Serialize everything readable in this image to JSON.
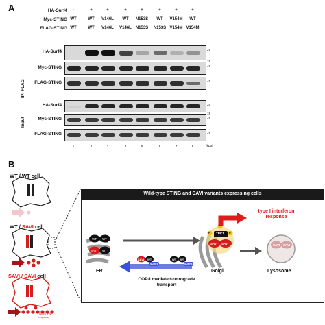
{
  "panel_a": {
    "label": "A",
    "header": {
      "rows": [
        {
          "label": "HA-Surf4",
          "cells": [
            "-",
            "+",
            "+",
            "+",
            "+",
            "+",
            "+",
            "+"
          ]
        },
        {
          "label": "Myc-STING",
          "cells": [
            "WT",
            "WT",
            "V146L",
            "WT",
            "N153S",
            "WT",
            "V154M",
            "WT"
          ]
        },
        {
          "label": "FLAG-STING",
          "cells": [
            "WT",
            "WT",
            "V146L",
            "V146L",
            "N153S",
            "N153S",
            "V154M",
            "V154M"
          ]
        }
      ]
    },
    "ip_label": "IP: FLAG",
    "input_label": "Input",
    "blots": [
      {
        "label": "HA-Surf4",
        "mw": "25",
        "mw2": "15"
      },
      {
        "label": "Myc-STING",
        "mw": "45"
      },
      {
        "label": "FLAG-STING",
        "mw": "45"
      },
      {
        "label": "HA-Surf4",
        "mw": "25",
        "mw2": "15"
      },
      {
        "label": "Myc-STING",
        "mw": "45"
      },
      {
        "label": "FLAG-STING",
        "mw": "45"
      }
    ],
    "lane_numbers": [
      "1",
      "2",
      "3",
      "4",
      "5",
      "6",
      "7",
      "8"
    ],
    "kda": "(kDa)"
  },
  "panel_b": {
    "label": "B",
    "cells": [
      {
        "label": "WT / WT cell",
        "savi": ""
      },
      {
        "label": "WT / SAVI cell",
        "savi": "SAVI"
      },
      {
        "label": "SAVI / SAVI cell",
        "savi": "SAVI"
      }
    ],
    "ifn_note": "Type I IFN response",
    "box_title": "Wild-type STING and SAVI variants expressing cells",
    "er_label": "ER",
    "golgi_label": "Golgi",
    "lysosome_label": "Lysosome",
    "tbk1": "TBK1",
    "phospho": "P",
    "wt": "WT",
    "savi": "SAVI",
    "surf4": "SURF4",
    "ifn_response": "type I interferon response",
    "copi_text": "COP-I mediated-retrograde transport",
    "colors": {
      "red": "#d81b1b",
      "blue": "#3a52d6",
      "dark": "#111111",
      "grey": "#9a9a9a"
    }
  }
}
